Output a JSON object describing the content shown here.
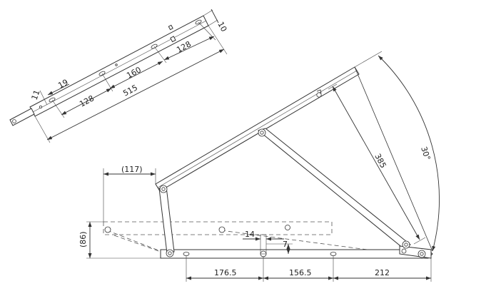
{
  "diagram": {
    "side_dims": {
      "d10": "10",
      "d128_top": "128",
      "d160": "160",
      "d19": "19",
      "d11": "11",
      "d128_bottom": "128",
      "d515": "515"
    },
    "main_dims": {
      "d117": "(117)",
      "d86": "(86)",
      "d14": "14",
      "d7": "7",
      "d176": "176.5",
      "d156": "156.5",
      "d212": "212",
      "d385": "385",
      "angle": "30°"
    }
  }
}
